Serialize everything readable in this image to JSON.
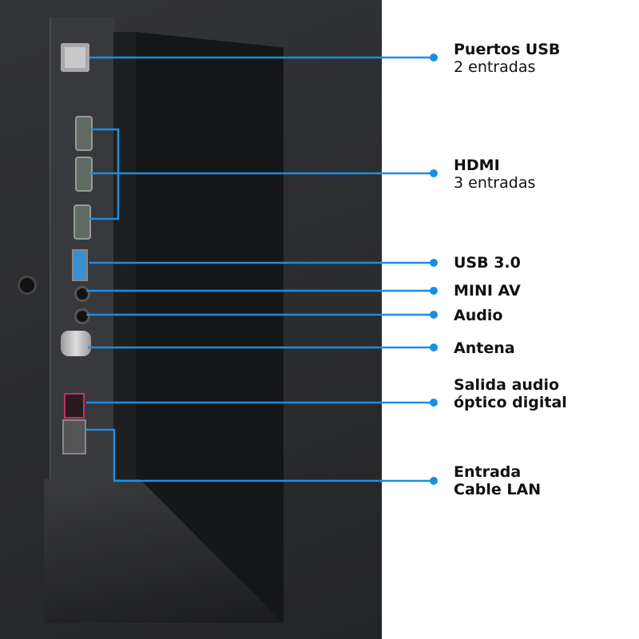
{
  "accent_color": "#1a8fe0",
  "callouts": [
    {
      "title": "Puertos USB",
      "subtitle": "2 entradas"
    },
    {
      "title": "HDMI",
      "subtitle": "3 entradas"
    },
    {
      "title": "USB 3.0"
    },
    {
      "title": "MINI AV"
    },
    {
      "title": "Audio"
    },
    {
      "title": "Antena"
    },
    {
      "title": "Salida audio óptico digital"
    },
    {
      "title": "Entrada Cable LAN"
    }
  ]
}
